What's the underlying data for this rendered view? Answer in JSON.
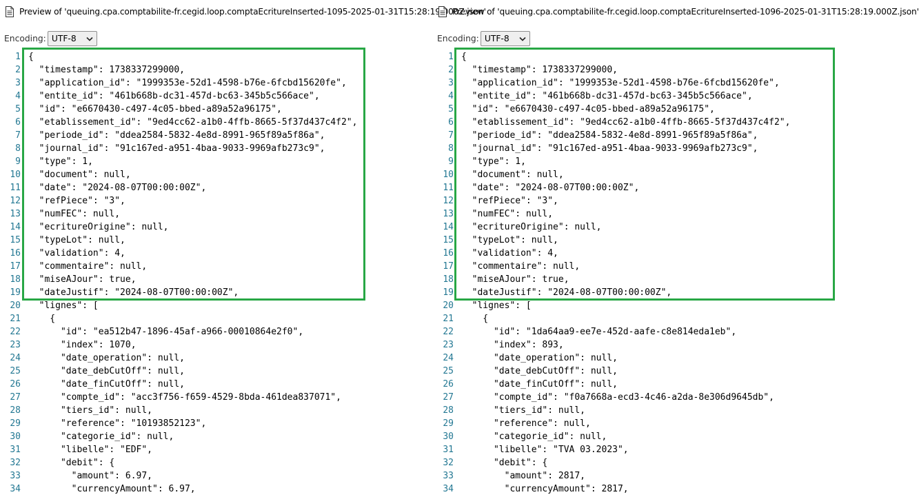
{
  "panes": [
    {
      "title": "Preview of 'queuing.cpa.comptabilite-fr.cegid.loop.comptaEcritureInserted-1095-2025-01-31T15:28:19.000Z.json'",
      "encoding_label": "Encoding:",
      "encoding_value": "UTF-8",
      "lines": [
        {
          "n": "1",
          "t": "{"
        },
        {
          "n": "2",
          "t": "  \"timestamp\": 1738337299000,"
        },
        {
          "n": "3",
          "t": "  \"application_id\": \"1999353e-52d1-4598-b76e-6fcbd15620fe\","
        },
        {
          "n": "4",
          "t": "  \"entite_id\": \"461b668b-dc31-457d-bc63-345b5c566ace\","
        },
        {
          "n": "5",
          "t": "  \"id\": \"e6670430-c497-4c05-bbed-a89a52a96175\","
        },
        {
          "n": "6",
          "t": "  \"etablissement_id\": \"9ed4cc62-a1b0-4ffb-8665-5f37d437c4f2\","
        },
        {
          "n": "7",
          "t": "  \"periode_id\": \"ddea2584-5832-4e8d-8991-965f89a5f86a\","
        },
        {
          "n": "8",
          "t": "  \"journal_id\": \"91c167ed-a951-4baa-9033-9969afb273c9\","
        },
        {
          "n": "9",
          "t": "  \"type\": 1,"
        },
        {
          "n": "10",
          "t": "  \"document\": null,"
        },
        {
          "n": "11",
          "t": "  \"date\": \"2024-08-07T00:00:00Z\","
        },
        {
          "n": "12",
          "t": "  \"refPiece\": \"3\","
        },
        {
          "n": "13",
          "t": "  \"numFEC\": null,"
        },
        {
          "n": "14",
          "t": "  \"ecritureOrigine\": null,"
        },
        {
          "n": "15",
          "t": "  \"typeLot\": null,"
        },
        {
          "n": "16",
          "t": "  \"validation\": 4,"
        },
        {
          "n": "17",
          "t": "  \"commentaire\": null,"
        },
        {
          "n": "18",
          "t": "  \"miseAJour\": true,"
        },
        {
          "n": "19",
          "t": "  \"dateJustif\": \"2024-08-07T00:00:00Z\","
        },
        {
          "n": "20",
          "t": "  \"lignes\": ["
        },
        {
          "n": "21",
          "t": "    {"
        },
        {
          "n": "22",
          "t": "      \"id\": \"ea512b47-1896-45af-a966-00010864e2f0\","
        },
        {
          "n": "23",
          "t": "      \"index\": 1070,"
        },
        {
          "n": "24",
          "t": "      \"date_operation\": null,"
        },
        {
          "n": "25",
          "t": "      \"date_debCutOff\": null,"
        },
        {
          "n": "26",
          "t": "      \"date_finCutOff\": null,"
        },
        {
          "n": "27",
          "t": "      \"compte_id\": \"acc3f756-f659-4529-8bda-461dea837071\","
        },
        {
          "n": "28",
          "t": "      \"tiers_id\": null,"
        },
        {
          "n": "29",
          "t": "      \"reference\": \"10193852123\","
        },
        {
          "n": "30",
          "t": "      \"categorie_id\": null,"
        },
        {
          "n": "31",
          "t": "      \"libelle\": \"EDF\","
        },
        {
          "n": "32",
          "t": "      \"debit\": {"
        },
        {
          "n": "33",
          "t": "        \"amount\": 6.97,"
        },
        {
          "n": "34",
          "t": "        \"currencyAmount\": 6.97,"
        }
      ]
    },
    {
      "title": "Preview of 'queuing.cpa.comptabilite-fr.cegid.loop.comptaEcritureInserted-1096-2025-01-31T15:28:19.000Z.json'",
      "encoding_label": "Encoding:",
      "encoding_value": "UTF-8",
      "lines": [
        {
          "n": "1",
          "t": "{"
        },
        {
          "n": "2",
          "t": "  \"timestamp\": 1738337299000,"
        },
        {
          "n": "3",
          "t": "  \"application_id\": \"1999353e-52d1-4598-b76e-6fcbd15620fe\","
        },
        {
          "n": "4",
          "t": "  \"entite_id\": \"461b668b-dc31-457d-bc63-345b5c566ace\","
        },
        {
          "n": "5",
          "t": "  \"id\": \"e6670430-c497-4c05-bbed-a89a52a96175\","
        },
        {
          "n": "6",
          "t": "  \"etablissement_id\": \"9ed4cc62-a1b0-4ffb-8665-5f37d437c4f2\","
        },
        {
          "n": "7",
          "t": "  \"periode_id\": \"ddea2584-5832-4e8d-8991-965f89a5f86a\","
        },
        {
          "n": "8",
          "t": "  \"journal_id\": \"91c167ed-a951-4baa-9033-9969afb273c9\","
        },
        {
          "n": "9",
          "t": "  \"type\": 1,"
        },
        {
          "n": "10",
          "t": "  \"document\": null,"
        },
        {
          "n": "11",
          "t": "  \"date\": \"2024-08-07T00:00:00Z\","
        },
        {
          "n": "12",
          "t": "  \"refPiece\": \"3\","
        },
        {
          "n": "13",
          "t": "  \"numFEC\": null,"
        },
        {
          "n": "14",
          "t": "  \"ecritureOrigine\": null,"
        },
        {
          "n": "15",
          "t": "  \"typeLot\": null,"
        },
        {
          "n": "16",
          "t": "  \"validation\": 4,"
        },
        {
          "n": "17",
          "t": "  \"commentaire\": null,"
        },
        {
          "n": "18",
          "t": "  \"miseAJour\": true,"
        },
        {
          "n": "19",
          "t": "  \"dateJustif\": \"2024-08-07T00:00:00Z\","
        },
        {
          "n": "20",
          "t": "  \"lignes\": ["
        },
        {
          "n": "21",
          "t": "    {"
        },
        {
          "n": "22",
          "t": "      \"id\": \"1da64aa9-ee7e-452d-aafe-c8e814eda1eb\","
        },
        {
          "n": "23",
          "t": "      \"index\": 893,"
        },
        {
          "n": "24",
          "t": "      \"date_operation\": null,"
        },
        {
          "n": "25",
          "t": "      \"date_debCutOff\": null,"
        },
        {
          "n": "26",
          "t": "      \"date_finCutOff\": null,"
        },
        {
          "n": "27",
          "t": "      \"compte_id\": \"f0a7668a-ecd3-4c46-a2da-8e306d9645db\","
        },
        {
          "n": "28",
          "t": "      \"tiers_id\": null,"
        },
        {
          "n": "29",
          "t": "      \"reference\": null,"
        },
        {
          "n": "30",
          "t": "      \"categorie_id\": null,"
        },
        {
          "n": "31",
          "t": "      \"libelle\": \"TVA 03.2023\","
        },
        {
          "n": "32",
          "t": "      \"debit\": {"
        },
        {
          "n": "33",
          "t": "        \"amount\": 2817,"
        },
        {
          "n": "34",
          "t": "        \"currencyAmount\": 2817,"
        }
      ]
    }
  ],
  "colors": {
    "highlight_border": "#28a745",
    "line_number": "#237893"
  },
  "icons": {
    "title": "document-icon",
    "select": "chevron-down-icon"
  }
}
